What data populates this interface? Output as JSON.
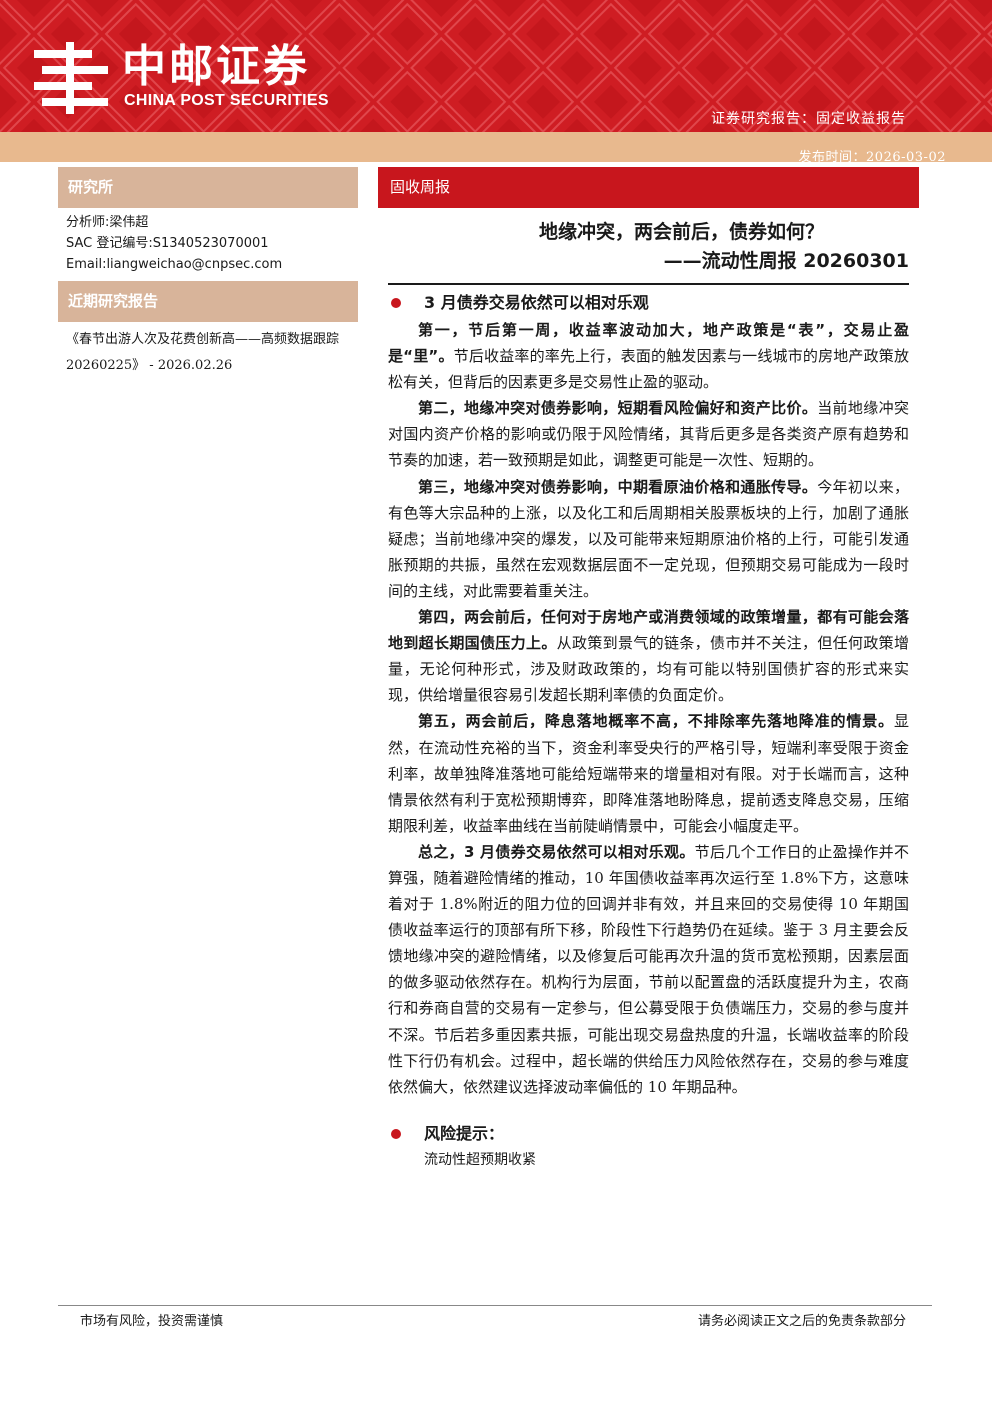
{
  "header": {
    "logo_cn": "中邮证券",
    "logo_en": "CHINA POST SECURITIES",
    "report_type": "证券研究报告：固定收益报告",
    "publish_date": "发布时间：2026-03-02",
    "colors": {
      "brand_red": "#d01e24",
      "tan": "#e8b98e",
      "sidebar_head": "#d8b49a"
    }
  },
  "sidebar": {
    "institute_heading": "研究所",
    "analyst": "分析师:梁伟超",
    "sac": "SAC 登记编号:S1340523070001",
    "email": "Email:liangweichao@cnpsec.com",
    "recent_heading": "近期研究报告",
    "recent_report": "《春节出游人次及花费创新高——高频数据跟踪 20260225》 - 2026.02.26"
  },
  "main": {
    "tag": "固收周报",
    "title_line1": "地缘冲突，两会前后，债券如何？",
    "title_line2": "——流动性周报 20260301",
    "section_heading": "3 月债券交易依然可以相对乐观",
    "paragraphs": [
      {
        "bold": "第一，节后第一周，收益率波动加大，地产政策是“表”，交易止盈是“里”。",
        "text": "节后收益率的率先上行，表面的触发因素与一线城市的房地产政策放松有关，但背后的因素更多是交易性止盈的驱动。"
      },
      {
        "bold": "第二，地缘冲突对债券影响，短期看风险偏好和资产比价。",
        "text": "当前地缘冲突对国内资产价格的影响或仍限于风险情绪，其背后更多是各类资产原有趋势和节奏的加速，若一致预期是如此，调整更可能是一次性、短期的。"
      },
      {
        "bold": "第三，地缘冲突对债券影响，中期看原油价格和通胀传导。",
        "text": "今年初以来，有色等大宗品种的上涨，以及化工和后周期相关股票板块的上行，加剧了通胀疑虑；当前地缘冲突的爆发，以及可能带来短期原油价格的上行，可能引发通胀预期的共振，虽然在宏观数据层面不一定兑现，但预期交易可能成为一段时间的主线，对此需要着重关注。"
      },
      {
        "bold": "第四，两会前后，任何对于房地产或消费领域的政策增量，都有可能会落地到超长期国债压力上。",
        "text": "从政策到景气的链条，债市并不关注，但任何政策增量，无论何种形式，涉及财政政策的，均有可能以特别国债扩容的形式来实现，供给增量很容易引发超长期利率债的负面定价。"
      },
      {
        "bold": "第五，两会前后，降息落地概率不高，不排除率先落地降准的情景。",
        "text": "显然，在流动性充裕的当下，资金利率受央行的严格引导，短端利率受限于资金利率，故单独降准落地可能给短端带来的增量相对有限。对于长端而言，这种情景依然有利于宽松预期博弈，即降准落地盼降息，提前透支降息交易，压缩期限利差，收益率曲线在当前陡峭情景中，可能会小幅度走平。"
      },
      {
        "bold": "总之，3 月债券交易依然可以相对乐观。",
        "text": "节后几个工作日的止盈操作并不算强，随着避险情绪的推动，10 年国债收益率再次运行至 1.8%下方，这意味着对于 1.8%附近的阻力位的回调并非有效，并且来回的交易使得 10 年期国债收益率运行的顶部有所下移，阶段性下行趋势仍在延续。鉴于 3 月主要会反馈地缘冲突的避险情绪，以及修复后可能再次升温的货币宽松预期，因素层面的做多驱动依然存在。机构行为层面，节前以配置盘的活跃度提升为主，农商行和券商自营的交易有一定参与，但公募受限于负债端压力，交易的参与度并不深。节后若多重因素共振，可能出现交易盘热度的升温，长端收益率的阶段性下行仍有机会。过程中，超长端的供给压力风险依然存在，交易的参与难度依然偏大，依然建议选择波动率偏低的 10 年期品种。"
      }
    ],
    "risk_heading": "风险提示：",
    "risk_text": "流动性超预期收紧"
  },
  "footer": {
    "left": "市场有风险，投资需谨慎",
    "right": "请务必阅读正文之后的免责条款部分"
  }
}
